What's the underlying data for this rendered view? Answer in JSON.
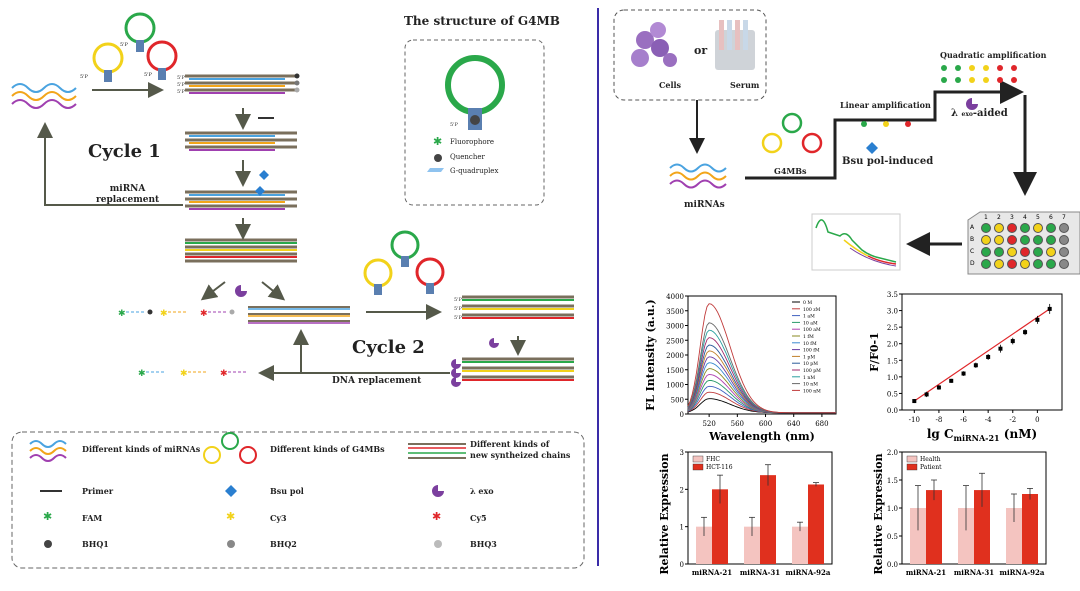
{
  "left": {
    "cycle1": "Cycle 1",
    "cycle2": "Cycle 2",
    "mirna_replacement": [
      "miRNA",
      "replacement"
    ],
    "dna_replacement": "DNA replacement",
    "structure_title": "The structure of  G4MB",
    "structure_legend": [
      "Fluorophore",
      "Quencher",
      "G-quadruplex"
    ],
    "end_labels": [
      "5'P",
      "5'P",
      "5'P"
    ],
    "legend": {
      "mirnas": "Different kinds of miRNAs",
      "g4mbs": "Different kinds of G4MBs",
      "chains": [
        "Different kinds of",
        "new syntheized chains"
      ],
      "primer": "Primer",
      "bsu": "Bsu pol",
      "exo": "λ exo",
      "fam": "FAM",
      "cy3": "Cy3",
      "cy5": "Cy5",
      "bhq1": "BHQ1",
      "bhq2": "BHQ2",
      "bhq3": "BHQ3"
    }
  },
  "right": {
    "cells": "Cells",
    "or": "or",
    "serum": "Serum",
    "mirnas": "miRNAs",
    "g4mbs": "G4MBs",
    "linear": "Linear amplification",
    "quadratic": "Quadratic amplification",
    "bsu": "Bsu pol-induced",
    "exo_pre": "λ",
    "exo_sub": "exo",
    "exo_post": "-aided",
    "plate_cols": [
      "1",
      "2",
      "3",
      "4",
      "5",
      "6",
      "7"
    ],
    "plate_rows": [
      "A",
      "B",
      "C",
      "D"
    ]
  },
  "colors": {
    "green": "#2aa84a",
    "yellow": "#f2d21a",
    "red": "#e0262a",
    "purple": "#7b3f9e",
    "blue": "#2a6fbf",
    "bar_light": "#f4c4c0",
    "bar_dark": "#e0301e",
    "divider": "#3a2ca8"
  },
  "chart_data": [
    {
      "type": "line",
      "xlabel": "Wavelength (nm)",
      "ylabel": "FL Intensity (a.u.)",
      "xlim": [
        490,
        700
      ],
      "ylim": [
        0,
        4000
      ],
      "xticks": [
        520,
        560,
        600,
        640,
        680
      ],
      "yticks": [
        0,
        500,
        1000,
        1500,
        2000,
        2500,
        3000,
        3500,
        4000
      ],
      "series": [
        {
          "name": "0 M",
          "peak": 480
        },
        {
          "name": "100 zM",
          "peak": 700
        },
        {
          "name": "1 aM",
          "peak": 900
        },
        {
          "name": "10 aM",
          "peak": 1100
        },
        {
          "name": "100 aM",
          "peak": 1300
        },
        {
          "name": "1 fM",
          "peak": 1500
        },
        {
          "name": "10 fM",
          "peak": 1700
        },
        {
          "name": "100 fM",
          "peak": 1900
        },
        {
          "name": "1 pM",
          "peak": 2100
        },
        {
          "name": "10 pM",
          "peak": 2300
        },
        {
          "name": "100 pM",
          "peak": 2550
        },
        {
          "name": "1 nM",
          "peak": 2800
        },
        {
          "name": "10 nM",
          "peak": 3050
        },
        {
          "name": "100 nM",
          "peak": 3700
        }
      ]
    },
    {
      "type": "scatter",
      "xlabel": "lg C",
      "xlabel_sub": "miRNA-21",
      "xlabel_post": " (nM)",
      "ylabel": "F/F0-1",
      "xlim": [
        -11,
        2
      ],
      "ylim": [
        0,
        3.5
      ],
      "xticks": [
        -10,
        -8,
        -6,
        -4,
        -2,
        0
      ],
      "yticks": [
        0.0,
        0.5,
        1.0,
        1.5,
        2.0,
        2.5,
        3.0,
        3.5
      ],
      "x": [
        -10,
        -9,
        -8,
        -7,
        -6,
        -5,
        -4,
        -3,
        -2,
        -1,
        0,
        1
      ],
      "y": [
        0.27,
        0.47,
        0.68,
        0.88,
        1.1,
        1.35,
        1.6,
        1.85,
        2.08,
        2.35,
        2.72,
        3.05
      ],
      "err": [
        0.06,
        0.08,
        0.07,
        0.06,
        0.07,
        0.08,
        0.09,
        0.12,
        0.1,
        0.09,
        0.12,
        0.15
      ]
    },
    {
      "type": "bar",
      "ylabel": "Relative Expression",
      "categories": [
        "miRNA-21",
        "miRNA-31",
        "miRNA-92a"
      ],
      "ylim": [
        0,
        3
      ],
      "yticks": [
        0,
        1,
        2,
        3
      ],
      "series": [
        {
          "name": "FHC",
          "values": [
            1.0,
            1.0,
            1.0
          ],
          "err": [
            0.25,
            0.25,
            0.12
          ]
        },
        {
          "name": "HCT-116",
          "values": [
            2.0,
            2.38,
            2.13
          ],
          "err": [
            0.38,
            0.28,
            0.05
          ]
        }
      ]
    },
    {
      "type": "bar",
      "ylabel": "Relative Expression",
      "categories": [
        "miRNA-21",
        "miRNA-31",
        "miRNA-92a"
      ],
      "ylim": [
        0,
        2.0
      ],
      "yticks": [
        0.0,
        0.5,
        1.0,
        1.5,
        2.0
      ],
      "series": [
        {
          "name": "Health",
          "values": [
            1.0,
            1.0,
            1.0
          ],
          "err": [
            0.4,
            0.4,
            0.25
          ]
        },
        {
          "name": "Patient",
          "values": [
            1.32,
            1.32,
            1.25
          ],
          "err": [
            0.18,
            0.3,
            0.1
          ]
        }
      ]
    }
  ]
}
